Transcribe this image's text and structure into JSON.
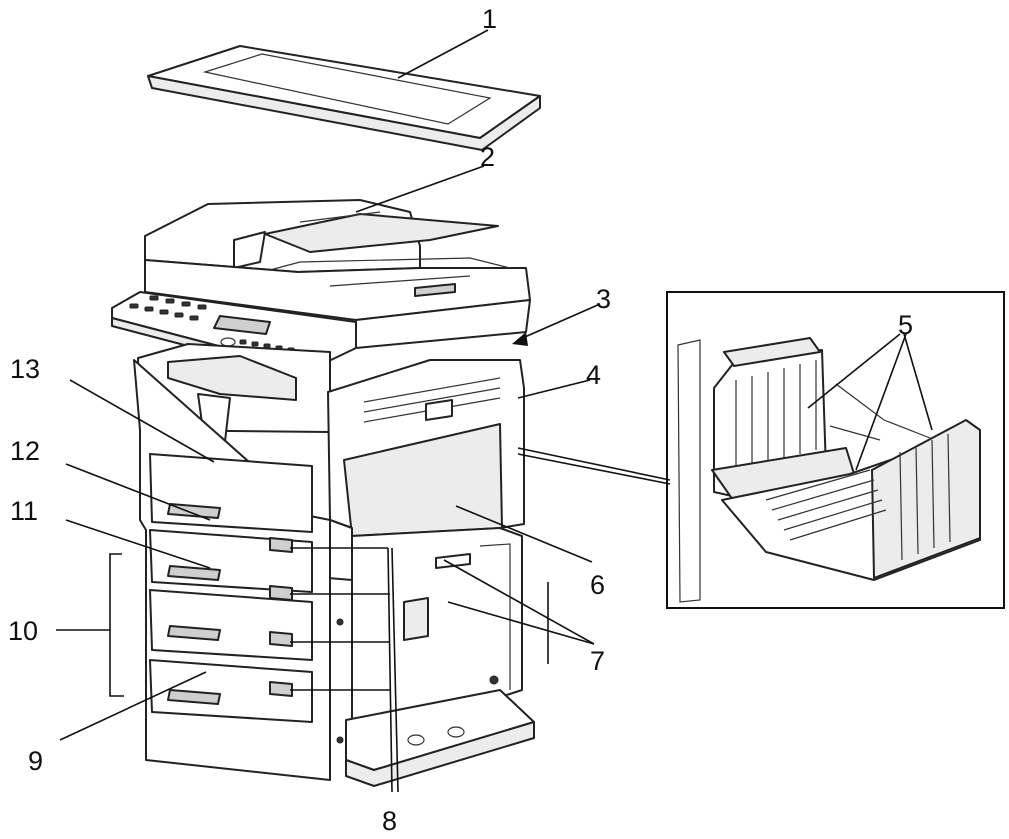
{
  "callouts": [
    {
      "id": "1",
      "label": "1"
    },
    {
      "id": "2",
      "label": "2"
    },
    {
      "id": "3",
      "label": "3"
    },
    {
      "id": "4",
      "label": "4"
    },
    {
      "id": "5",
      "label": "5"
    },
    {
      "id": "6",
      "label": "6"
    },
    {
      "id": "7",
      "label": "7"
    },
    {
      "id": "8",
      "label": "8"
    },
    {
      "id": "9",
      "label": "9"
    },
    {
      "id": "10",
      "label": "10"
    },
    {
      "id": "11",
      "label": "11"
    },
    {
      "id": "12",
      "label": "12"
    },
    {
      "id": "13",
      "label": "13"
    }
  ],
  "colors": {
    "line": "#111111",
    "fill": "#ffffff",
    "shade": "#ececec"
  }
}
